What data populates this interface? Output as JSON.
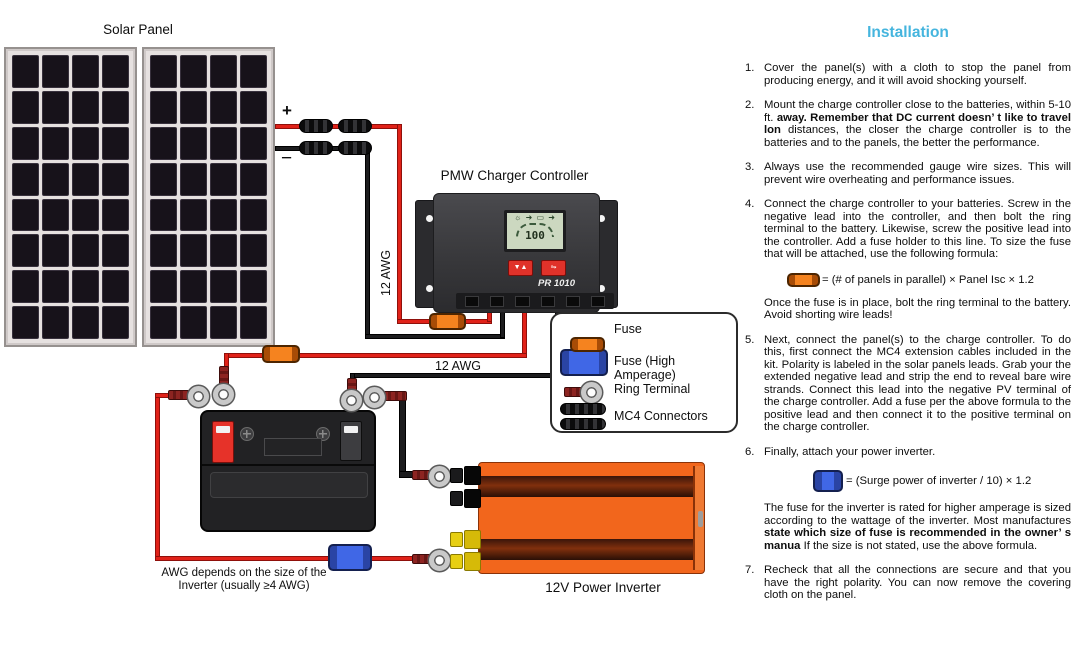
{
  "diagram": {
    "solar_panel_title": "Solar Panel",
    "polarity_plus": "+",
    "polarity_minus": "−",
    "awg_vertical_label": "12 AWG",
    "awg_horizontal_label": "12 AWG",
    "controller_title": "PMW Charger Controller",
    "controller": {
      "model": "PR 1010",
      "lcd_value": "100",
      "lcd_icons": "☼ ➜ ▭ ➜",
      "button1_glyph": "▼▲",
      "button2_glyph": "⇋"
    },
    "inverter_title": "12V Power Inverter",
    "awg_note_line1": "AWG depends on the size of the",
    "awg_note_line2": "Inverter (usually ≥4 AWG)",
    "legend": {
      "fuse": "Fuse",
      "fuse_high": "Fuse (High Amperage)",
      "ring_terminal": "Ring Terminal",
      "mc4": "MC4 Connectors"
    }
  },
  "instructions": {
    "title": "Installation",
    "item1": {
      "num": "1.",
      "text": "Cover the panel(s) with a cloth to stop the panel from producing energy, and it will avoid shocking yourself."
    },
    "item2": {
      "num": "2.",
      "pre": "Mount the charge controller close to the batteries, within 5-10 ft. ",
      "bold": "away. Remember that DC current doesn’ t like to travel lon ",
      "post": "distances, the closer the charge controller is to the batteries and to the panels, the better the performance."
    },
    "item3": {
      "num": "3.",
      "text": "Always use the recommended gauge wire sizes. This will prevent wire overheating and performance issues."
    },
    "item4": {
      "num": "4.",
      "text": "Connect the charge controller to your batteries. Screw in the negative lead into the controller, and then bolt the ring terminal to the battery. Likewise, screw the positive lead into the controller. Add a fuse holder to this line. To size the fuse that will be attached, use the following formula:",
      "formula": "= (# of panels in parallel) × Panel Isc × 1.2",
      "after": "Once the fuse is in place, bolt the ring terminal to the battery. Avoid shorting wire leads!"
    },
    "item5": {
      "num": "5.",
      "text": "Next, connect the panel(s) to the charge controller. To do this, first connect the MC4 extension cables included in the kit. Polarity is labeled in the solar panels leads. Grab your the extended negative lead and strip the end to reveal bare wire strands. Connect this lead into the negative PV terminal of the charge controller. Add a fuse per the above formula to the positive lead and then connect it to the positive terminal on the charge controller."
    },
    "item6": {
      "num": "6.",
      "text": "Finally, attach your power inverter.",
      "formula": "= (Surge power of inverter / 10) × 1.2",
      "after_pre": "The fuse for the inverter is rated for higher amperage is sized according to the wattage of the inverter. Most manufactures ",
      "after_bold": "state which size of fuse is recommended in the owner’ s manua ",
      "after_post": "If the size is not stated, use the above formula."
    },
    "item7": {
      "num": "7.",
      "text": "Recheck that all the connections are secure and that you have the right polarity. You can now remove the covering cloth on the panel."
    }
  },
  "colors": {
    "installation_title_blue": "#45B5DE",
    "wire_red": "#E02219",
    "wire_black": "#1C1C1E",
    "fuse_orange": "#F5831F",
    "fuse_blue": "#4067E6",
    "inverter_orange": "#F2661C"
  }
}
